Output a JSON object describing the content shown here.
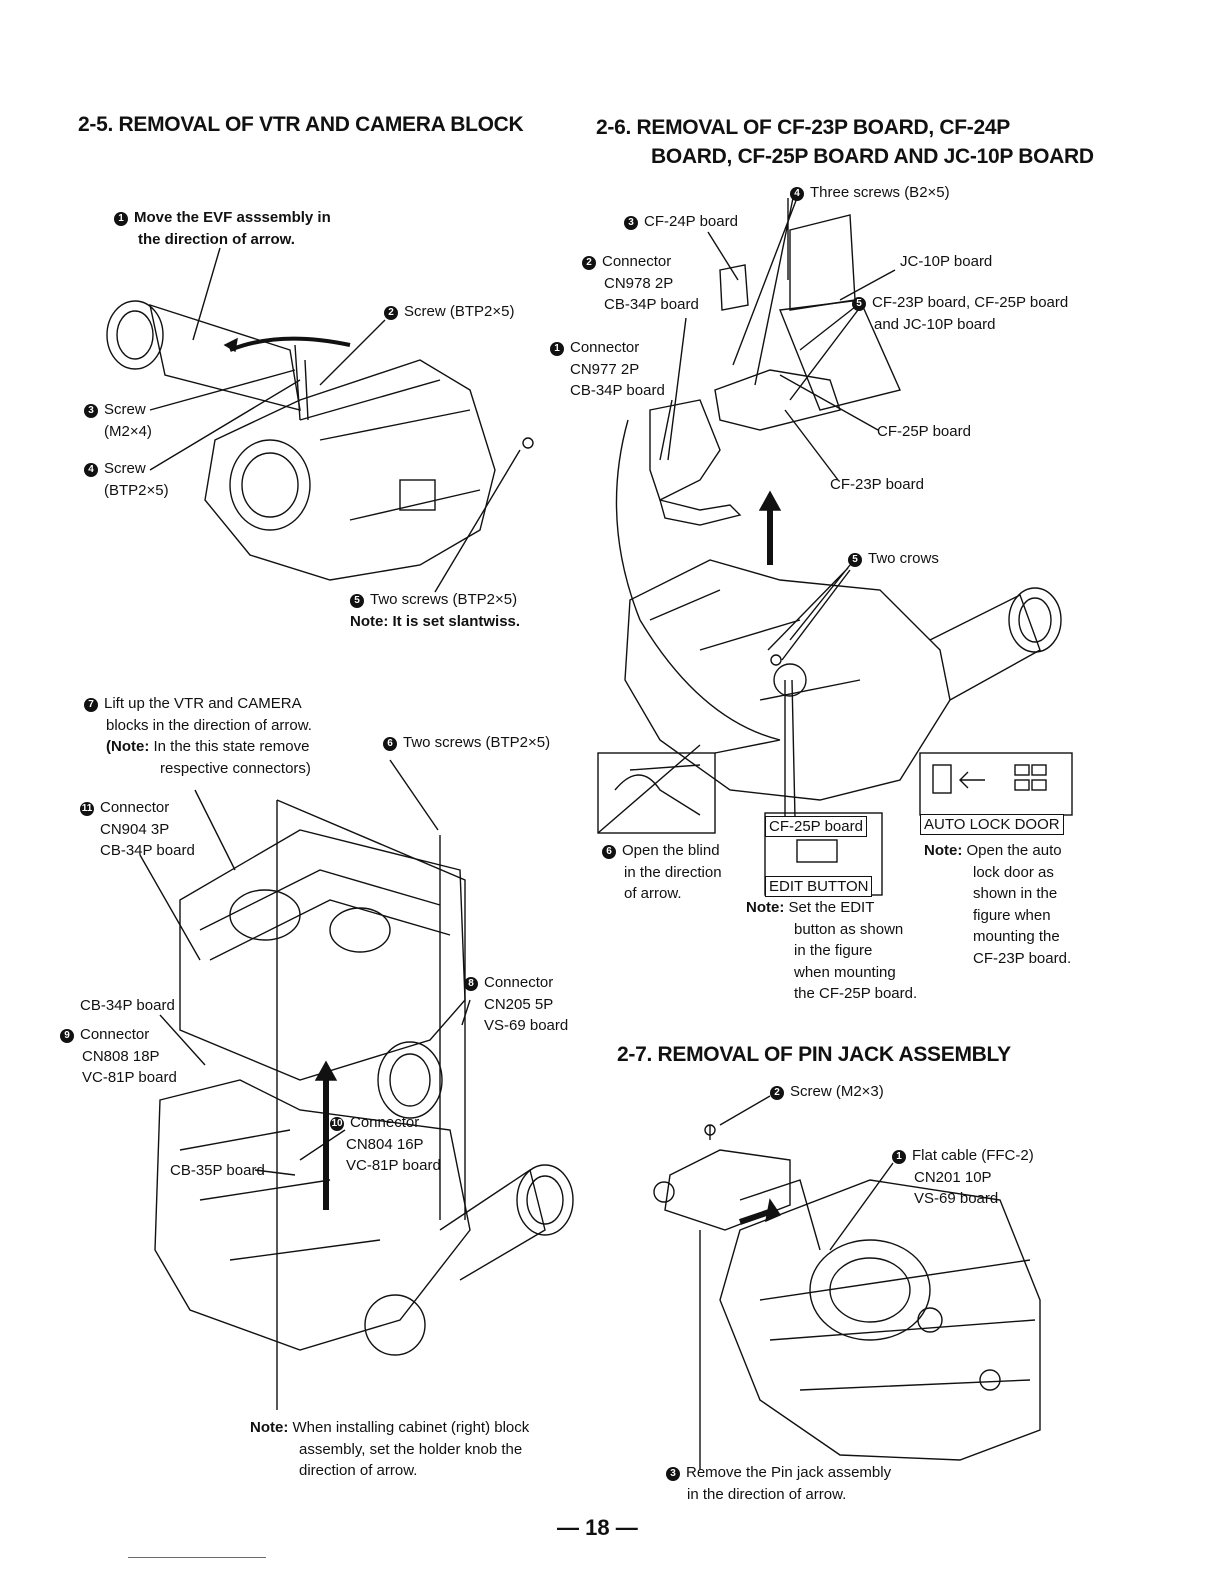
{
  "s25": {
    "title": "2-5.  REMOVAL OF VTR AND CAMERA BLOCK",
    "c1": [
      "Move the EVF asssembly in",
      "the direction of arrow."
    ],
    "c2": "Screw (BTP2×5)",
    "c3": [
      "Screw",
      "(M2×4)"
    ],
    "c4": [
      "Screw",
      "(BTP2×5)"
    ],
    "c5": "Two screws (BTP2×5)",
    "c5_note_label": "Note:",
    "c5_note": "It is set slantwiss.",
    "c7": [
      "Lift up the VTR and CAMERA",
      "blocks in the direction of arrow."
    ],
    "c7_note_label": "(Note:",
    "c7_note": [
      "In the this state remove",
      "respective connectors)"
    ],
    "c6": "Two screws (BTP2×5)",
    "c11": [
      "Connector",
      "CN904 3P",
      "CB-34P board"
    ],
    "c8": [
      "Connector",
      "CN205 5P",
      "VS-69 board"
    ],
    "cb34": "CB-34P board",
    "c9": [
      "Connector",
      "CN808 18P",
      "VC-81P board"
    ],
    "c10": [
      "Connector",
      "CN804 16P",
      "VC-81P board"
    ],
    "cb35": "CB-35P board",
    "note_label": "Note:",
    "note": [
      "When installing cabinet (right) block",
      "assembly, set the holder knob the",
      "direction of arrow."
    ]
  },
  "s26": {
    "title": [
      "2-6.  REMOVAL OF CF-23P BOARD, CF-24P",
      "BOARD, CF-25P BOARD AND JC-10P BOARD"
    ],
    "c4": "Three screws (B2×5)",
    "c3": "CF-24P board",
    "c2": [
      "Connector",
      "CN978 2P",
      "CB-34P board"
    ],
    "jc10": "JC-10P board",
    "c1": [
      "Connector",
      "CN977 2P",
      "CB-34P board"
    ],
    "c5_boards": [
      "CF-23P board, CF-25P board",
      "and JC-10P board"
    ],
    "cf25": "CF-25P board",
    "cf23": "CF-23P board",
    "c5": "Two crows",
    "c6": [
      "Open the blind",
      "in the direction",
      "of arrow."
    ],
    "box_cf25": "CF-25P board",
    "box_edit": "EDIT BUTTON",
    "edit_note_label": "Note:",
    "edit_note": [
      "Set the EDIT",
      "button as shown",
      "in the figure",
      "when mounting",
      "the CF-25P board."
    ],
    "box_auto": "AUTO LOCK DOOR",
    "auto_note_label": "Note:",
    "auto_note": [
      "Open the auto",
      "lock door as",
      "shown in the",
      "figure when",
      "mounting the",
      "CF-23P board."
    ]
  },
  "s27": {
    "title": "2-7.  REMOVAL OF PIN JACK ASSEMBLY",
    "c2": "Screw (M2×3)",
    "c1": [
      "Flat cable (FFC-2)",
      "CN201 10P",
      "VS-69 board"
    ],
    "c3": [
      "Remove the Pin jack assembly",
      "in the direction of arrow."
    ]
  },
  "page_number": "— 18 —"
}
